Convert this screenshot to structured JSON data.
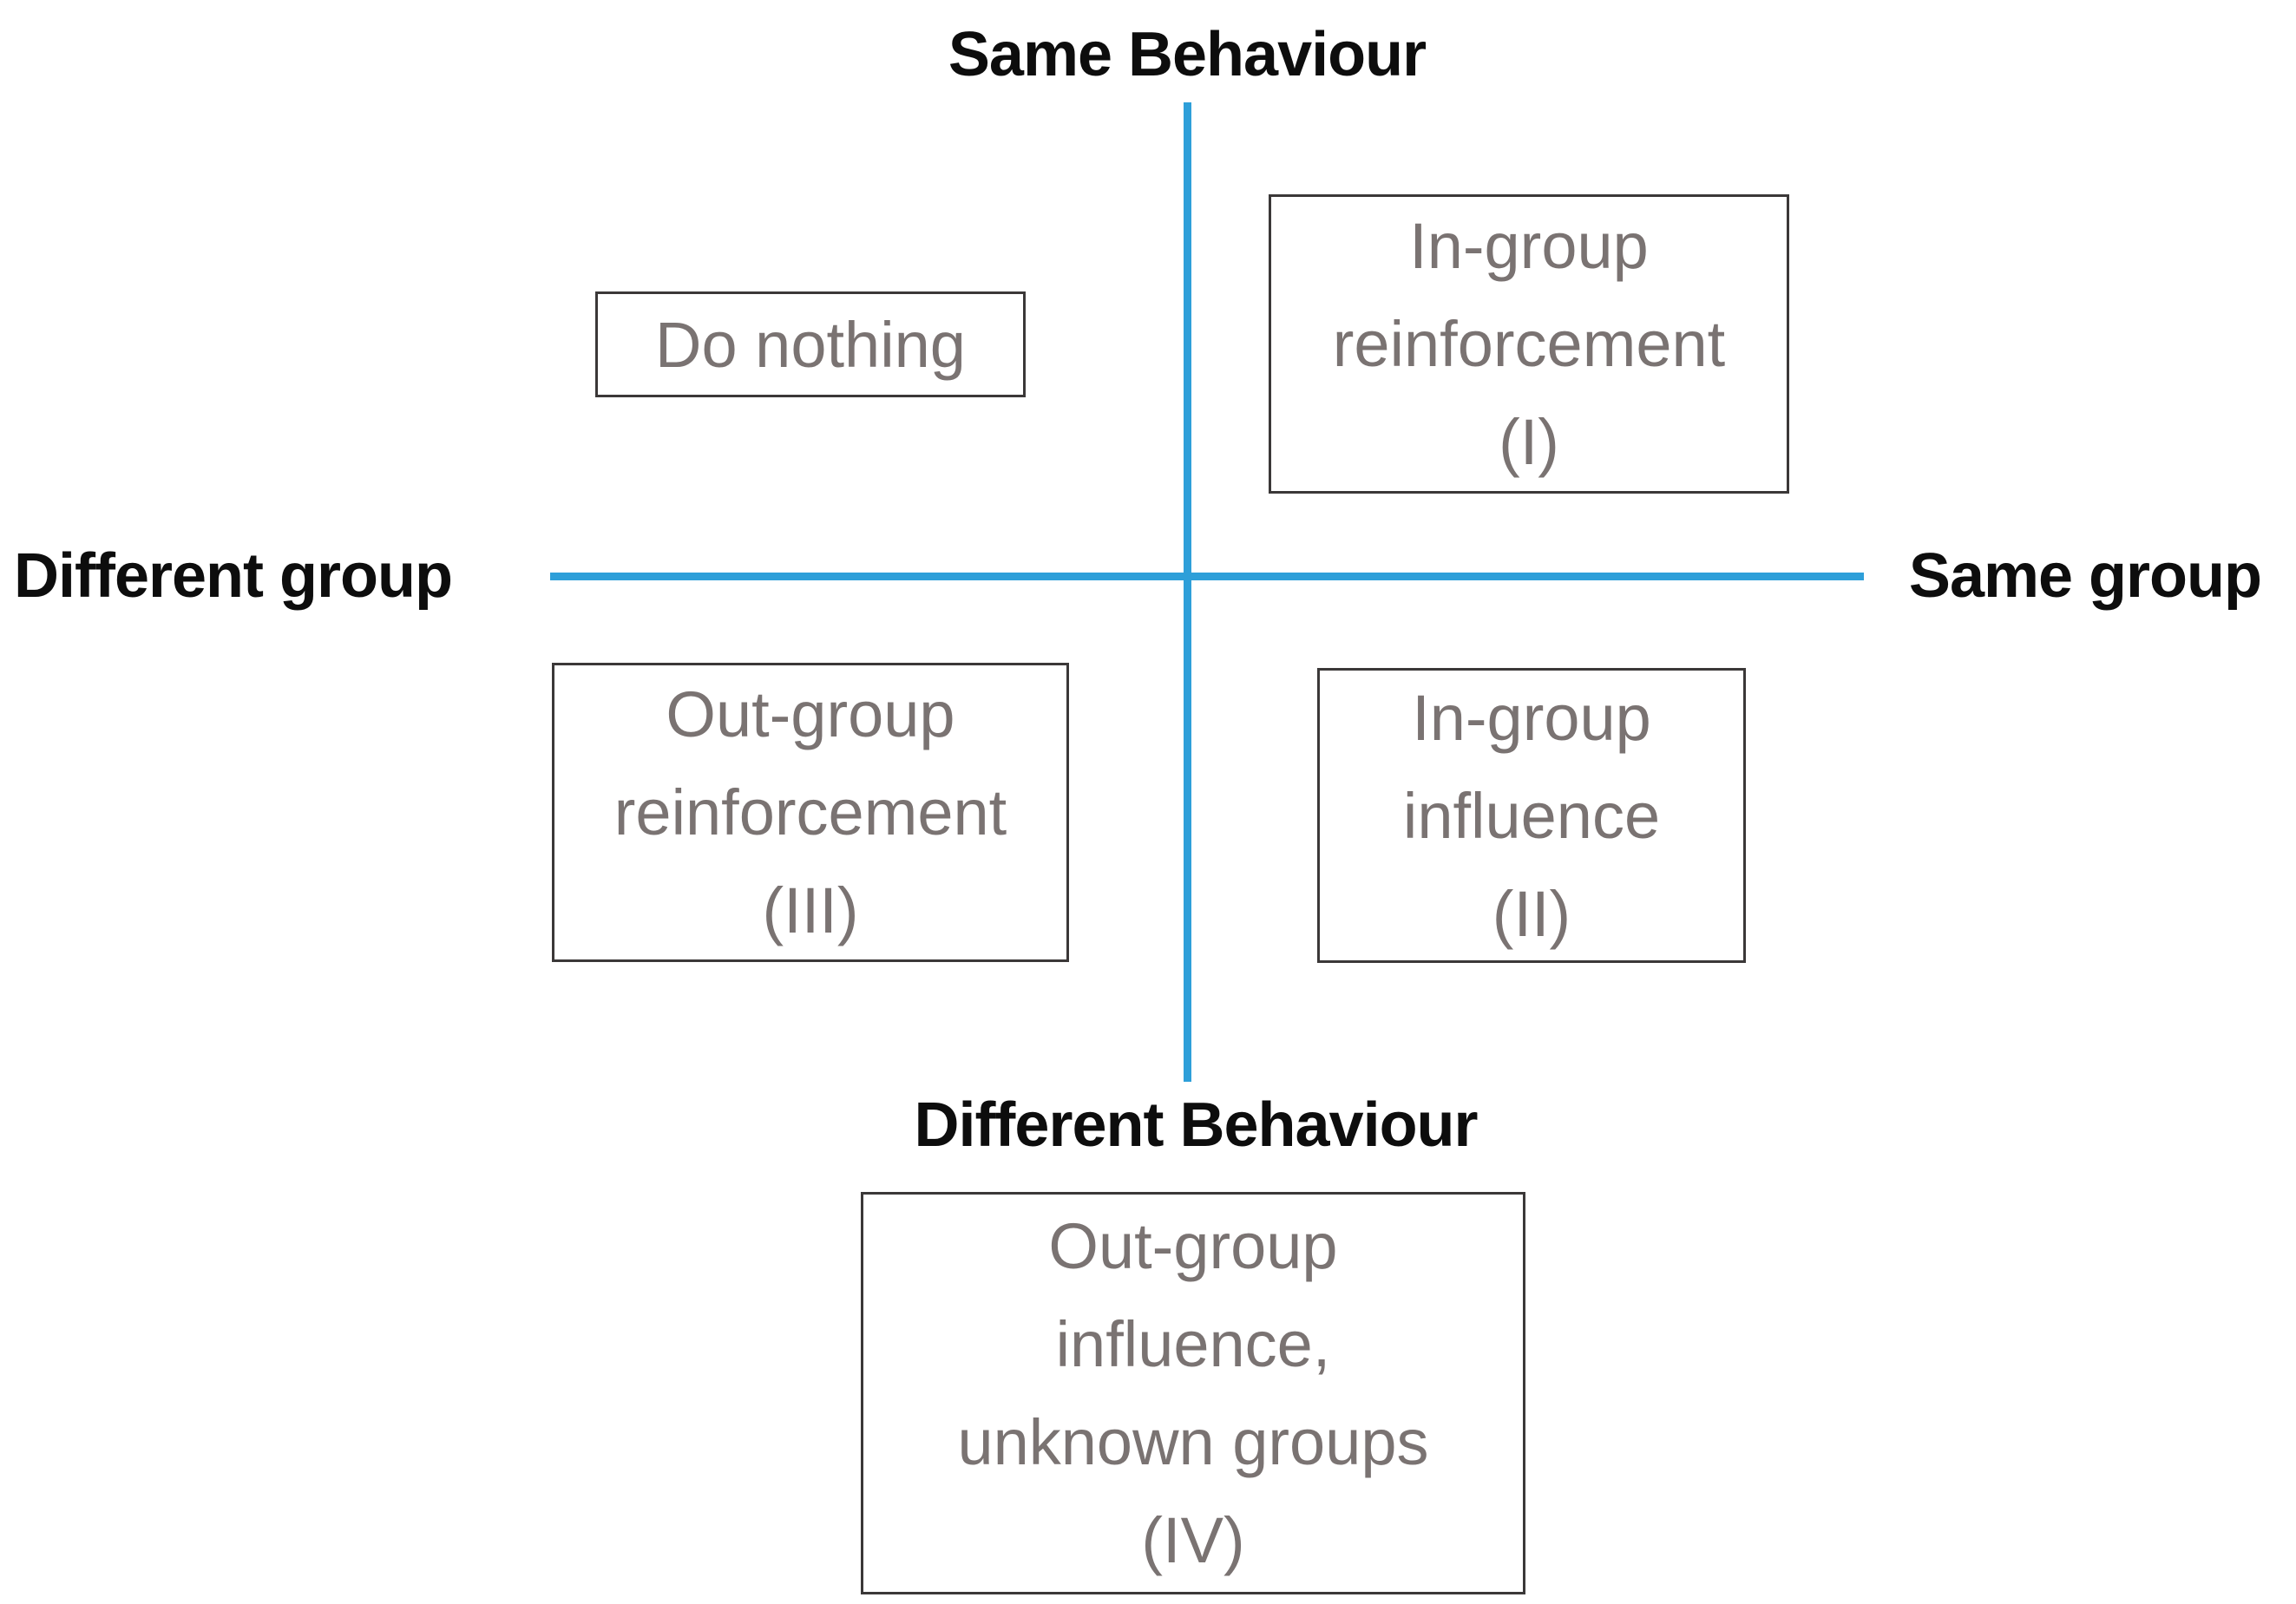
{
  "axes": {
    "top_label": "Same Behaviour",
    "bottom_label": "Different Behaviour",
    "left_label": "Different group",
    "right_label": "Same group"
  },
  "boxes": {
    "do_nothing": {
      "lines": [
        "Do nothing"
      ]
    },
    "q1": {
      "lines": [
        "In-group",
        "reinforcement",
        "(I)"
      ]
    },
    "q2": {
      "lines": [
        "In-group",
        "influence",
        "(II)"
      ]
    },
    "q3": {
      "lines": [
        "Out-group",
        "reinforcement",
        "(III)"
      ]
    },
    "q4": {
      "lines": [
        "Out-group",
        "influence,",
        "unknown groups",
        "(IV)"
      ]
    }
  },
  "colors": {
    "axis_line_blue": "#2E9FD9",
    "box_border": "#3B3838",
    "box_text_gray": "#7A7372",
    "axis_label_black": "#0D0D0D",
    "background": "#FFFFFF"
  }
}
